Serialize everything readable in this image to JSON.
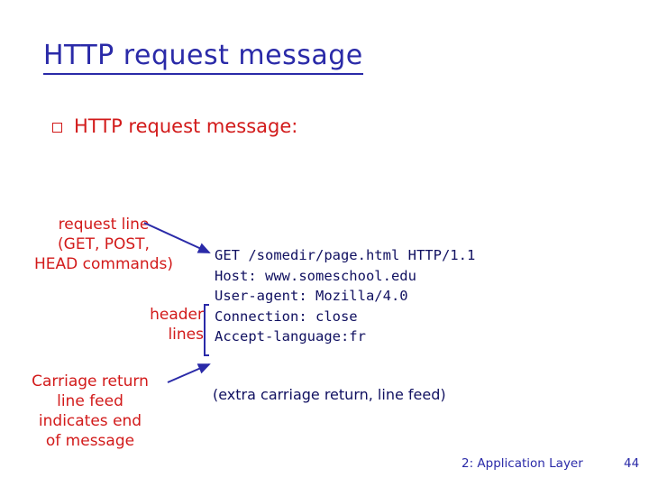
{
  "slide": {
    "title": "HTTP request message",
    "bullet": {
      "marker": "square-bullet-icon",
      "text": "HTTP request message:"
    },
    "annotations": {
      "request_line": "request line\n(GET, POST,\nHEAD commands)",
      "header_lines": "header\nlines",
      "carriage_return": "Carriage return\nline feed\nindicates end\nof message"
    },
    "request_block": "GET /somedir/page.html HTTP/1.1\nHost: www.someschool.edu\nUser-agent: Mozilla/4.0\nConnection: close\nAccept-language:fr",
    "extra_crlf_note": "(extra carriage return, line feed)",
    "footer": {
      "label": "2: Application Layer",
      "page": "44"
    },
    "colors": {
      "title": "#2a2aa8",
      "accent_red": "#d21a1a",
      "code": "#101060",
      "background": "#ffffff"
    }
  }
}
